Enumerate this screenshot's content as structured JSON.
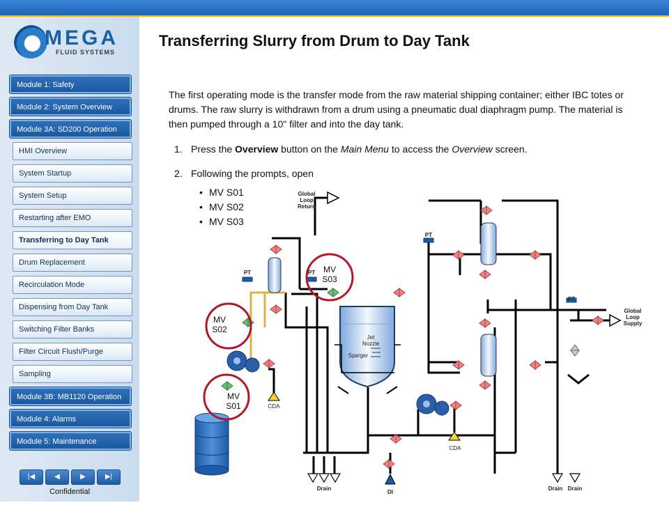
{
  "brand": {
    "word": "MEGA",
    "sub": "FLUID SYSTEMS"
  },
  "nav": [
    {
      "label": "Module 1: Safety",
      "kind": "main"
    },
    {
      "label": "Module 2: System Overview",
      "kind": "main"
    },
    {
      "label": "Module 3A: SD200 Operation",
      "kind": "main"
    },
    {
      "label": "HMI Overview",
      "kind": "sub"
    },
    {
      "label": "System Startup",
      "kind": "sub"
    },
    {
      "label": "System Setup",
      "kind": "sub"
    },
    {
      "label": "Restarting after EMO",
      "kind": "sub"
    },
    {
      "label": "Transferring to Day Tank",
      "kind": "sub",
      "active": true
    },
    {
      "label": "Drum Replacement",
      "kind": "sub"
    },
    {
      "label": "Recirculation Mode",
      "kind": "sub"
    },
    {
      "label": "Dispensing from Day Tank",
      "kind": "sub"
    },
    {
      "label": "Switching Filter Banks",
      "kind": "sub"
    },
    {
      "label": "Filter Circuit Flush/Purge",
      "kind": "sub"
    },
    {
      "label": "Sampling",
      "kind": "sub"
    },
    {
      "label": "Module 3B: MB1120 Operation",
      "kind": "main"
    },
    {
      "label": "Module 4: Alarms",
      "kind": "main"
    },
    {
      "label": "Module 5: Maintenance",
      "kind": "main"
    }
  ],
  "footer": {
    "confidential": "Confidential"
  },
  "page": {
    "title": "Transferring Slurry from Drum to Day Tank",
    "intro": "The first operating mode is the transfer mode from the raw material shipping container; either IBC totes or drums. The raw slurry is withdrawn from a drum using a pneumatic dual diaphragm pump. The material is then pumped through a 10\" filter and into the day tank.",
    "step1": {
      "num": "1.",
      "pre": "Press the ",
      "bold": "Overview",
      "mid": " button on the ",
      "italic1": "Main Menu",
      "mid2": " to access the ",
      "italic2": "Overview",
      "post": " screen."
    },
    "step2": {
      "num": "2.",
      "text": "Following the prompts, open"
    },
    "valves": [
      "MV S01",
      "MV S02",
      "MV S03"
    ]
  },
  "diagram": {
    "labels": {
      "global_loop_return": "Global Loop Return",
      "global_loop_supply": "Global Loop Supply",
      "pt": "PT",
      "cda": "CDA",
      "drain": "Drain",
      "di": "DI",
      "jet_nozzle": "Jet Nozzle",
      "sparger": "Sparger",
      "mv_s01": "MV S01",
      "mv_s02": "MV S02",
      "mv_s03": "MV S03"
    },
    "colors": {
      "pipe": "#000000",
      "valve_closed": "#e07070",
      "valve_open": "#4caf50",
      "highlight": "#b0182a",
      "tank": "#a9c8ec",
      "feed_line": "#e0b040"
    }
  }
}
